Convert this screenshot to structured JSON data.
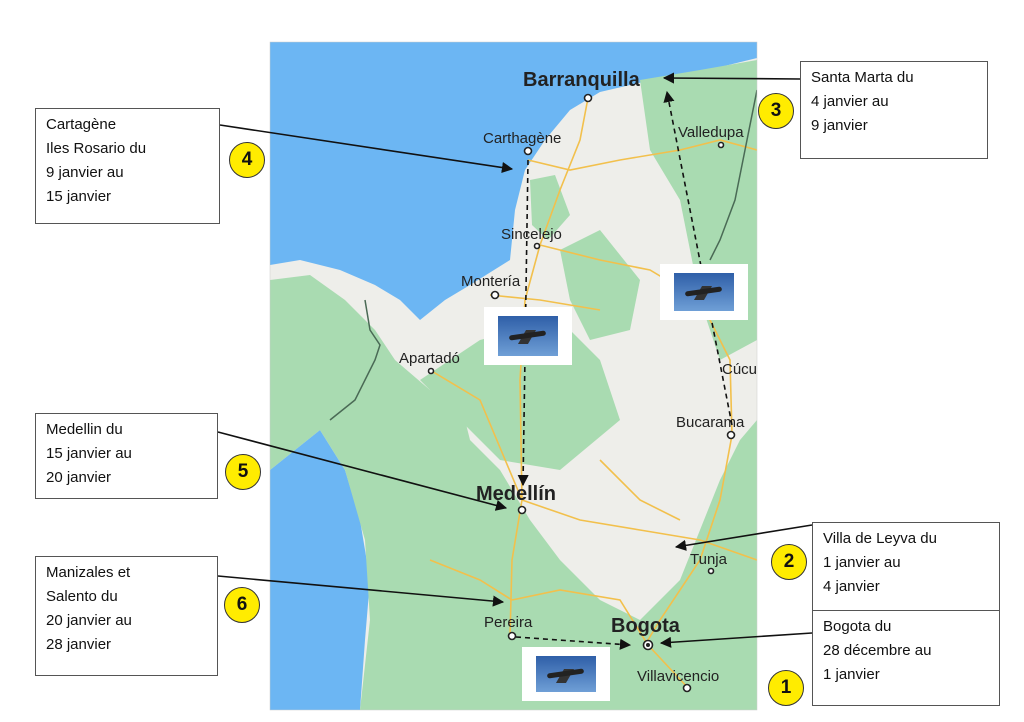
{
  "map": {
    "cities": {
      "barranquilla": "Barranquilla",
      "carthagene": "Carthagène",
      "valledupar": "Valledupa",
      "sincelejo": "Sincelejo",
      "monteria": "Montería",
      "apartado": "Apartadó",
      "cucuta": "Cúcu",
      "bucaramanga": "Bucarama",
      "medellin": "Medellín",
      "tunja": "Tunja",
      "pereira": "Pereira",
      "bogota": "Bogota",
      "villavicencio": "Villavicencio"
    },
    "colors": {
      "sea": "#6cb6f3",
      "land": "#eeeeea",
      "forest": "#a9dbb1",
      "road": "#f2c04c",
      "badge": "#ffec00"
    }
  },
  "stops": [
    {
      "number": "1",
      "lines": [
        "Bogota du",
        "28 décembre au",
        "1 janvier"
      ]
    },
    {
      "number": "2",
      "lines": [
        "Villa de Leyva du",
        "1 janvier au",
        "4 janvier"
      ]
    },
    {
      "number": "3",
      "lines": [
        "Santa Marta du",
        "4 janvier au",
        "9 janvier"
      ]
    },
    {
      "number": "4",
      "lines": [
        "Cartagène",
        "Iles Rosario du",
        "9 janvier au",
        "15 janvier"
      ]
    },
    {
      "number": "5",
      "lines": [
        "Medellin du",
        "15 janvier au",
        "20 janvier"
      ]
    },
    {
      "number": "6",
      "lines": [
        "Manizales et",
        "Salento du",
        "20 janvier au",
        "28 janvier"
      ]
    }
  ]
}
